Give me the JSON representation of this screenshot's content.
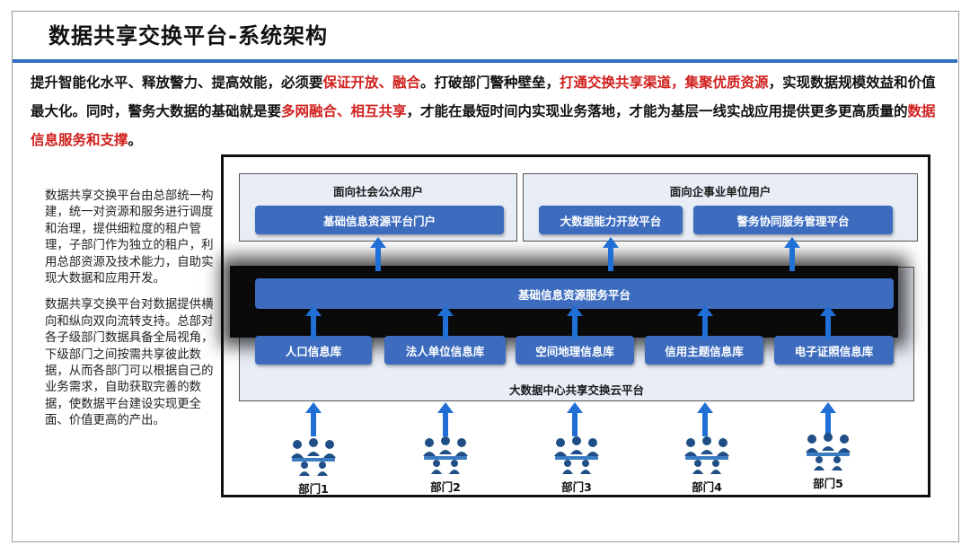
{
  "page": {
    "title": "数据共享交换平台-系统架构",
    "intro": {
      "seg1": "提升智能化水平、释放警力、提高效能，必须要",
      "hl1": "保证开放、融合",
      "seg2": "。打破部门警种壁垒，",
      "hl2": "打通交换共享渠道，集聚优质资源",
      "seg3": "，实现数据规模效益和价值最大化。同时，警务大数据的基础就是要",
      "hl3": "多网融合、相互共享",
      "seg4": "，才能在最短时间内实现业务落地，才能为基层一线实战应用提供更多更高质量的",
      "hl4": "数据信息服务和支撑",
      "seg5": "。"
    },
    "side_text": {
      "para1": "数据共享交换平台由总部统一构建，统一对资源和服务进行调度和治理，提供细粒度的租户管理，子部门作为独立的租户，利用总部资源及技术能力，自助实现大数据和应用开发。",
      "para2": "数据共享交换平台对数据提供横向和纵向双向流转支持。总部对各子级部门数据具备全局视角，下级部门之间按需共享彼此数据，从而各部门可以根据自己的业务需求，自助获取完善的数据，使数据平台建设实现更全面、价值更高的产出。"
    }
  },
  "diagram": {
    "public_users": {
      "label": "面向社会公众用户",
      "portal": "基础信息资源平台门户"
    },
    "enterprise_users": {
      "label": "面向企事业单位用户",
      "items": [
        "大数据能力开放平台",
        "警务协同服务管理平台"
      ]
    },
    "service_platform": "基础信息资源服务平台",
    "databases": [
      "人口信息库",
      "法人单位信息库",
      "空间地理信息库",
      "信用主题信息库",
      "电子证照信息库"
    ],
    "cloud_platform": "大数据中心共享交换云平台",
    "departments": [
      "部门1",
      "部门2",
      "部门3",
      "部门4",
      "部门5"
    ]
  },
  "colors": {
    "accent_blue": "#3d6cbf",
    "title_rule": "#2f6fc0",
    "highlight_red": "#d0201e",
    "arrow_blue": "#1f6fd6"
  }
}
